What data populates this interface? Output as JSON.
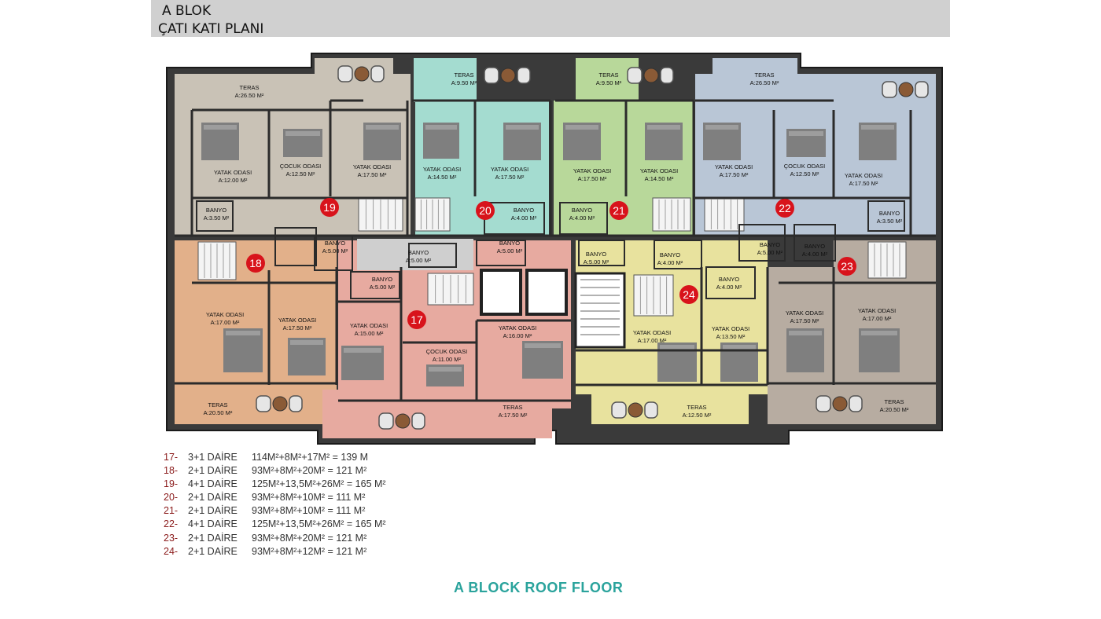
{
  "header": {
    "block": "A BLOK",
    "plan": "ÇATI KATI PLANI"
  },
  "colors": {
    "unit_17": "#e7aaa0",
    "unit_18": "#e2b08a",
    "unit_19": "#c9c2b6",
    "unit_20": "#a4dcd0",
    "unit_21": "#b8d89a",
    "unit_22": "#b9c6d6",
    "unit_23": "#b7aca1",
    "unit_24": "#e8e29e",
    "terrace_blue": "#b9c6d6",
    "wall": "#3a3a3a",
    "core": "#cfcfcf",
    "badge": "#d8131b",
    "footer_title": "#2aa39c"
  },
  "rooms": [
    {
      "name": "TERAS",
      "area": "A:26.50 M²"
    },
    {
      "name": "TERAS",
      "area": "A:9.50 M²"
    },
    {
      "name": "TERAS",
      "area": "A:9.50 M²"
    },
    {
      "name": "TERAS",
      "area": "A:26.50 M²"
    },
    {
      "name": "YATAK ODASI",
      "area": "A:12.00 M²"
    },
    {
      "name": "ÇOCUK ODASI",
      "area": "A:12.50 M²"
    },
    {
      "name": "YATAK ODASI",
      "area": "A:17.50 M²"
    },
    {
      "name": "YATAK ODASI",
      "area": "A:14.50 M²"
    },
    {
      "name": "YATAK ODASI",
      "area": "A:17.50 M²"
    },
    {
      "name": "YATAK ODASI",
      "area": "A:17.50 M²"
    },
    {
      "name": "YATAK ODASI",
      "area": "A:14.50 M²"
    },
    {
      "name": "YATAK ODASI",
      "area": "A:17.50 M²"
    },
    {
      "name": "ÇOCUK ODASI",
      "area": "A:12.50 M²"
    },
    {
      "name": "YATAK ODASI",
      "area": "A:17.50 M²"
    },
    {
      "name": "BANYO",
      "area": "A:3.50 M²"
    },
    {
      "name": "BANYO",
      "area": "A:4.00 M²"
    },
    {
      "name": "BANYO",
      "area": "A:4.00 M²"
    },
    {
      "name": "BANYO",
      "area": "A:3.50 M²"
    },
    {
      "name": "BANYO",
      "area": "A:5.00 M²"
    },
    {
      "name": "BANYO",
      "area": "A:5.00 M²"
    },
    {
      "name": "BANYO",
      "area": "A:5.00 M²"
    },
    {
      "name": "BANYO",
      "area": "A:5.00 M²"
    },
    {
      "name": "BANYO",
      "area": "A:4.00 M²"
    },
    {
      "name": "BANYO",
      "area": "A:5.00 M²"
    },
    {
      "name": "BANYO",
      "area": "A:4.00 M²"
    },
    {
      "name": "BANYO",
      "area": "A:5.00 M²"
    },
    {
      "name": "BANYO",
      "area": "A:4.00 M²"
    },
    {
      "name": "YATAK ODASI",
      "area": "A:17.00 M²"
    },
    {
      "name": "YATAK ODASI",
      "area": "A:17.50 M²"
    },
    {
      "name": "YATAK ODASI",
      "area": "A:15.00 M²"
    },
    {
      "name": "YATAK ODASI",
      "area": "A:16.00 M²"
    },
    {
      "name": "ÇOCUK ODASI",
      "area": "A:11.00 M²"
    },
    {
      "name": "YATAK ODASI",
      "area": "A:17.00 M²"
    },
    {
      "name": "YATAK ODASI",
      "area": "A:13.50 M²"
    },
    {
      "name": "YATAK ODASI",
      "area": "A:17.50 M²"
    },
    {
      "name": "YATAK ODASI",
      "area": "A:17.00 M²"
    },
    {
      "name": "TERAS",
      "area": "A:20.50 M²"
    },
    {
      "name": "TERAS",
      "area": "A:17.50 M²"
    },
    {
      "name": "TERAS",
      "area": "A:12.50 M²"
    },
    {
      "name": "TERAS",
      "area": "A:20.50 M²"
    }
  ],
  "units": [
    "19",
    "20",
    "21",
    "22",
    "18",
    "23",
    "17",
    "24"
  ],
  "legend": [
    {
      "num": "17-",
      "type": "3+1 DAİRE",
      "area": "114M²+8M²+17M² = 139 M"
    },
    {
      "num": "18-",
      "type": "2+1 DAİRE",
      "area": "93M²+8M²+20M² = 121 M²"
    },
    {
      "num": "19-",
      "type": "4+1 DAİRE",
      "area": "125M²+13,5M²+26M² = 165 M²"
    },
    {
      "num": "20-",
      "type": "2+1 DAİRE",
      "area": "93M²+8M²+10M² = 111 M²"
    },
    {
      "num": "21-",
      "type": "2+1 DAİRE",
      "area": "93M²+8M²+10M² = 111 M²"
    },
    {
      "num": "22-",
      "type": "4+1 DAİRE",
      "area": "125M²+13,5M²+26M² = 165 M²"
    },
    {
      "num": "23-",
      "type": "2+1 DAİRE",
      "area": "93M²+8M²+20M² = 121 M²"
    },
    {
      "num": "24-",
      "type": "2+1 DAİRE",
      "area": "93M²+8M²+12M² = 121 M²"
    }
  ],
  "footer": {
    "title": "A BLOCK ROOF FLOOR"
  }
}
